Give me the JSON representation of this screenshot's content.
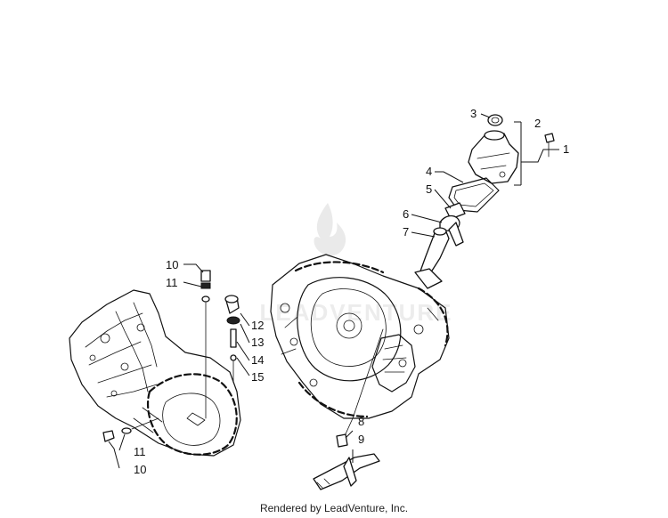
{
  "footer": {
    "rendered_by": "Rendered by LeadVenture, Inc."
  },
  "watermark": {
    "text": "LEADVENTURE",
    "color": "#d8d8d8"
  },
  "callouts": {
    "c1": "1",
    "c2": "2",
    "c3": "3",
    "c4": "4",
    "c5": "5",
    "c6": "6",
    "c7": "7",
    "c8": "8",
    "c9": "9",
    "c10a": "10",
    "c11a": "11",
    "c12": "12",
    "c13": "13",
    "c14": "14",
    "c15": "15",
    "c11b": "11",
    "c10b": "10"
  }
}
